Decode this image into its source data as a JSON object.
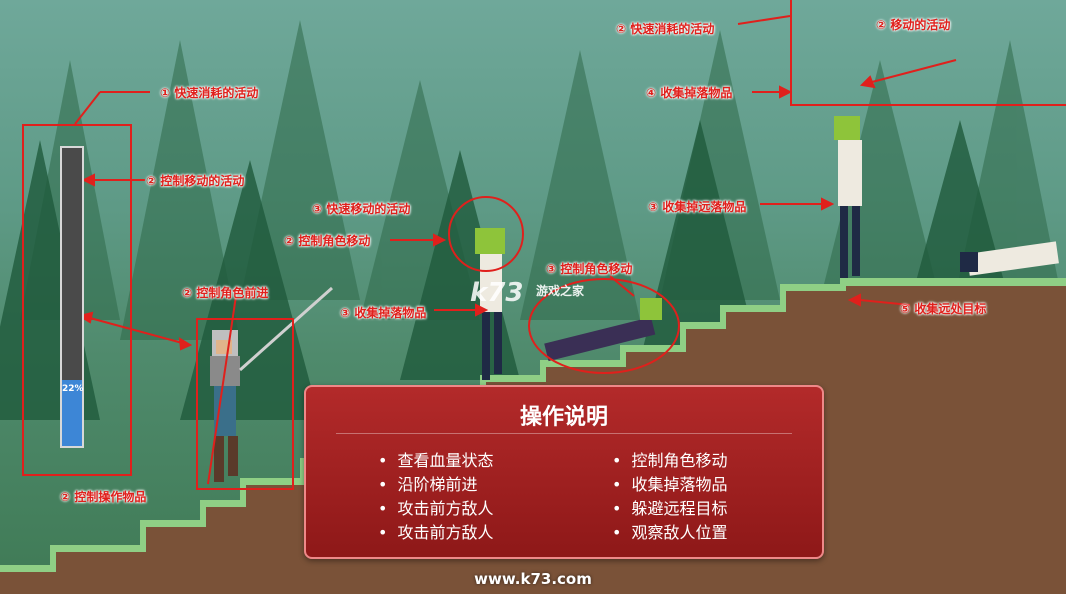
{
  "annotations": {
    "a1": "① 快速消耗的活动",
    "a2": "② 控制移动的活动",
    "a3": "③ 快速移动的活动",
    "a4": "② 控制角色移动",
    "a5": "② 控制角色前进",
    "a6": "③ 控制角色移动",
    "a7": "③ 收集掉落物品",
    "a8": "② 控制操作物品",
    "a9": "② 快速消耗的活动",
    "a10": "② 移动的活动",
    "a11": "④ 收集掉落物品",
    "a12": "③ 收集掉远落物品",
    "a13": "⑤ 收集远处目标"
  },
  "health": {
    "percent": 22,
    "label": "22%"
  },
  "panel": {
    "title": "操作说明",
    "left": [
      "查看血量状态",
      "沿阶梯前进",
      "攻击前方敌人",
      "攻击前方敌人"
    ],
    "right": [
      "控制角色移动",
      "收集掉落物品",
      "躲避远程目标",
      "观察敌人位置"
    ]
  },
  "watermark": {
    "logo": "k73",
    "sub": "游戏之家"
  },
  "footer": {
    "url": "www.k73.com"
  },
  "colors": {
    "annotation": "#e0201c",
    "panel": "#a52222",
    "health_fill": "#3d86d6",
    "grass": "#8fcf85",
    "dirt": "#7a5238"
  }
}
